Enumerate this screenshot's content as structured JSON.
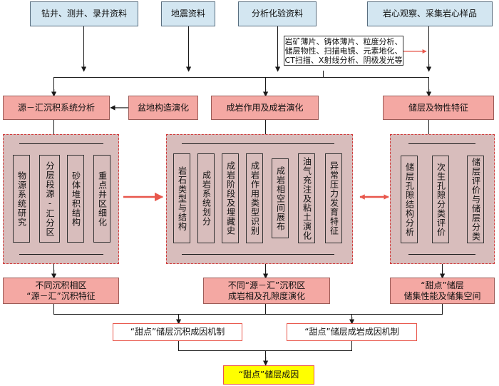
{
  "sources": {
    "drilling": "钻井、测井、录井资料",
    "seismic": "地震资料",
    "lab": "分析化验资料",
    "core": "岩心观察、采集岩心样品"
  },
  "methods_text": "岩矿薄片、铸体薄片、粒度分析、\n储层物性、扫描电镜、元素地化、\nCT扫描、X射线分析、阴极发光等",
  "analyses": {
    "source_sink": "源－汇沉积系统分析",
    "basin": "盆地构造演化",
    "diagenesis": "成岩作用及成岩演化",
    "reservoir": "储层及物性特征"
  },
  "group_left": [
    "物源系统研究",
    "分层段源-汇分区",
    "砂体堆积结构",
    "重点井区细化"
  ],
  "group_mid": [
    "岩石类型与结构",
    "成岩系统划分",
    "成岩阶段及埋藏史",
    "成岩作用类型识别",
    "成岩相空间展布",
    "油气充注及粘土演化",
    "异常压力发育特征"
  ],
  "group_right": [
    "储层孔隙结构分析",
    "次生孔隙分类评价",
    "储层评价与储层分类"
  ],
  "results": {
    "left": "不同沉积相区\n“源－汇”沉积特征",
    "mid": "不同“源－汇”沉积区\n成岩相及孔隙度演化",
    "right": "“甜点”储层\n储集性能及储集空间"
  },
  "mechanisms": {
    "sedimentary": "“甜点”储层沉积成因机制",
    "diagenetic": "“甜点”储层成岩成因机制"
  },
  "final": "“甜点”储层成因"
}
